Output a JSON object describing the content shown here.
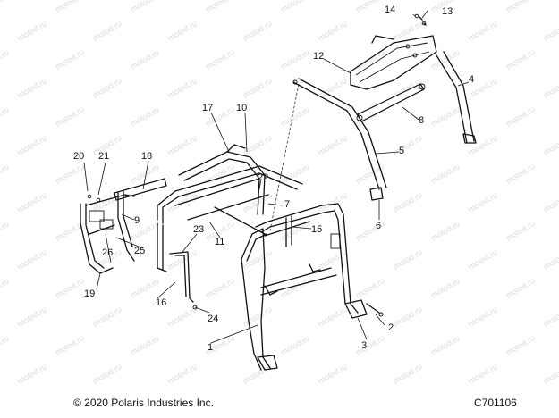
{
  "watermark": "motod.ru",
  "footer": {
    "copyright": "© 2020 Polaris Industries Inc.",
    "diagram_id": "C701106"
  },
  "callouts": [
    {
      "id": "1",
      "label": "1"
    },
    {
      "id": "2",
      "label": "2"
    },
    {
      "id": "3",
      "label": "3"
    },
    {
      "id": "4",
      "label": "4"
    },
    {
      "id": "5",
      "label": "5"
    },
    {
      "id": "6",
      "label": "6"
    },
    {
      "id": "7",
      "label": "7"
    },
    {
      "id": "8",
      "label": "8"
    },
    {
      "id": "9",
      "label": "9"
    },
    {
      "id": "10",
      "label": "10"
    },
    {
      "id": "11",
      "label": "11"
    },
    {
      "id": "12",
      "label": "12"
    },
    {
      "id": "13",
      "label": "13"
    },
    {
      "id": "14",
      "label": "14"
    },
    {
      "id": "15",
      "label": "15"
    },
    {
      "id": "16",
      "label": "16"
    },
    {
      "id": "17",
      "label": "17"
    },
    {
      "id": "18",
      "label": "18"
    },
    {
      "id": "19",
      "label": "19"
    },
    {
      "id": "20",
      "label": "20"
    },
    {
      "id": "21",
      "label": "21"
    },
    {
      "id": "22",
      "label": "22"
    },
    {
      "id": "23",
      "label": "23"
    },
    {
      "id": "24",
      "label": "24"
    },
    {
      "id": "25",
      "label": "25"
    },
    {
      "id": "26",
      "label": "26"
    }
  ]
}
